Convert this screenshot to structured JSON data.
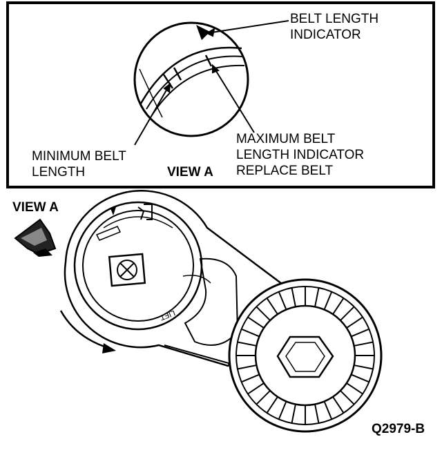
{
  "inset": {
    "labels": {
      "belt_length_indicator": [
        "BELT LENGTH",
        "INDICATOR"
      ],
      "minimum_belt_length": [
        "MINIMUM BELT",
        "LENGTH"
      ],
      "view_a": "VIEW A",
      "maximum_belt_length": [
        "MAXIMUM BELT",
        "LENGTH INDICATOR",
        "REPLACE BELT"
      ]
    }
  },
  "main": {
    "view_a_label": "VIEW A",
    "lift_label": "LIFT"
  },
  "figure_id": "Q2979-B"
}
